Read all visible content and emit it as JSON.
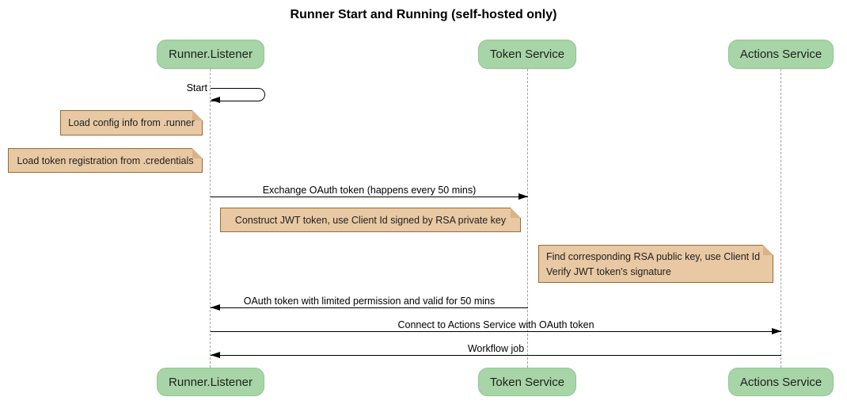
{
  "title": "Runner Start and Running (self-hosted only)",
  "colors": {
    "background": "#ffffff",
    "actor-fill": "#a7d5a7",
    "actor-border": "#8fc48f",
    "actor-text": "#1f1f1f",
    "note-fill": "#e8c9a4",
    "note-border": "#966b34",
    "note-fold": "#d9b286",
    "lifeline": "#a0a0a0",
    "line": "#000000"
  },
  "actors": [
    {
      "id": "runner-listener",
      "label": "Runner.Listener"
    },
    {
      "id": "token-service",
      "label": "Token Service"
    },
    {
      "id": "actions-service",
      "label": "Actions Service"
    }
  ],
  "messages": {
    "self_start": {
      "label": "Start",
      "from": "Runner.Listener",
      "to": "Runner.Listener"
    },
    "exchange": {
      "label": "Exchange OAuth token (happens every 50 mins)",
      "from": "Runner.Listener",
      "to": "Token Service"
    },
    "oauth_return": {
      "label": "OAuth token with limited permission and valid for 50 mins",
      "from": "Token Service",
      "to": "Runner.Listener"
    },
    "connect": {
      "label": "Connect to Actions Service with OAuth token",
      "from": "Runner.Listener",
      "to": "Actions Service"
    },
    "workflow": {
      "label": "Workflow job",
      "from": "Actions Service",
      "to": "Runner.Listener"
    }
  },
  "notes": {
    "load_config": {
      "text": "Load config info from .runner"
    },
    "load_token": {
      "text": "Load token registration from .credentials"
    },
    "construct_jwt": {
      "text": "Construct JWT token, use Client Id signed by RSA private key"
    },
    "verify_jwt": {
      "line1": "Find corresponding RSA public key, use Client Id",
      "line2": "Verify JWT token's signature"
    }
  }
}
